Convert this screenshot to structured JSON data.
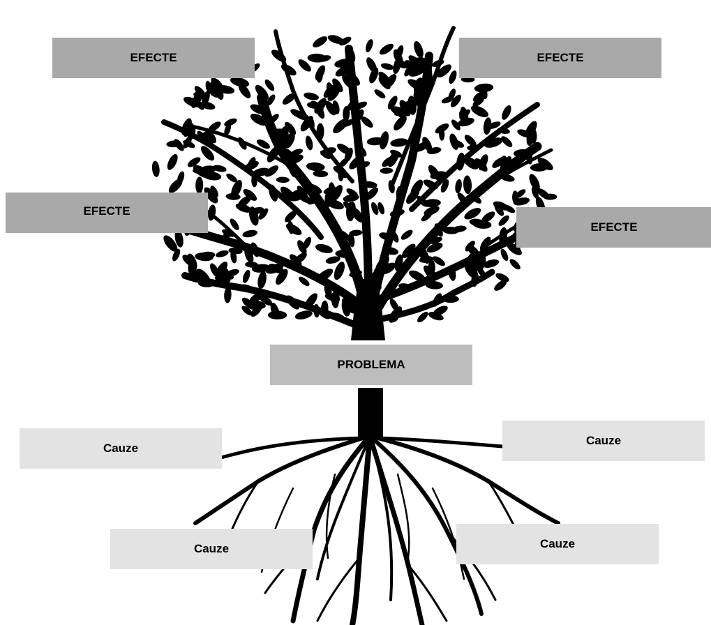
{
  "diagram": {
    "effects": [
      "EFECTE",
      "EFECTE",
      "EFECTE",
      "EFECTE"
    ],
    "problem": "PROBLEMA",
    "causes": [
      "Cauze",
      "Cauze",
      "Cauze",
      "Cauze"
    ],
    "colors": {
      "effect_box": "#a9a9a9",
      "problem_box": "#bdbdbd",
      "cause_box": "#e3e3e3",
      "tree": "#000000"
    }
  }
}
